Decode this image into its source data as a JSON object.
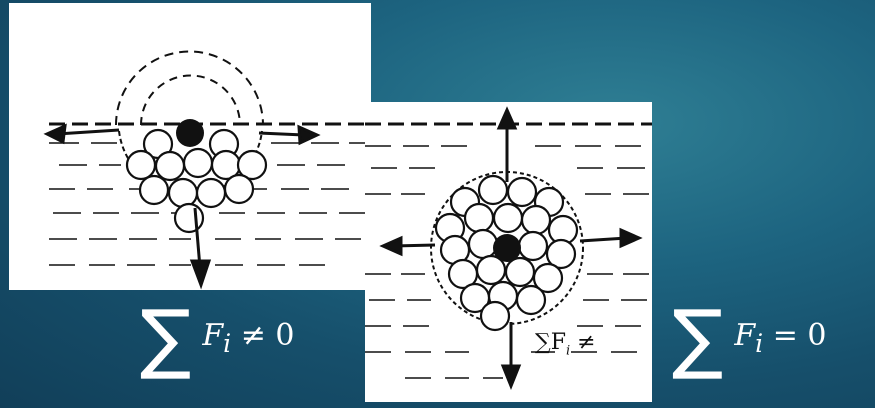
{
  "formulas": {
    "left": {
      "prefix": "∑",
      "text": "F",
      "sub": "i",
      "relation": "≠ 0"
    },
    "right": {
      "prefix": "∑",
      "text": "F",
      "sub": "i",
      "relation": "= 0"
    }
  },
  "inner_label": "∑F",
  "inner_sub": "i",
  "inner_relation": "≠"
}
